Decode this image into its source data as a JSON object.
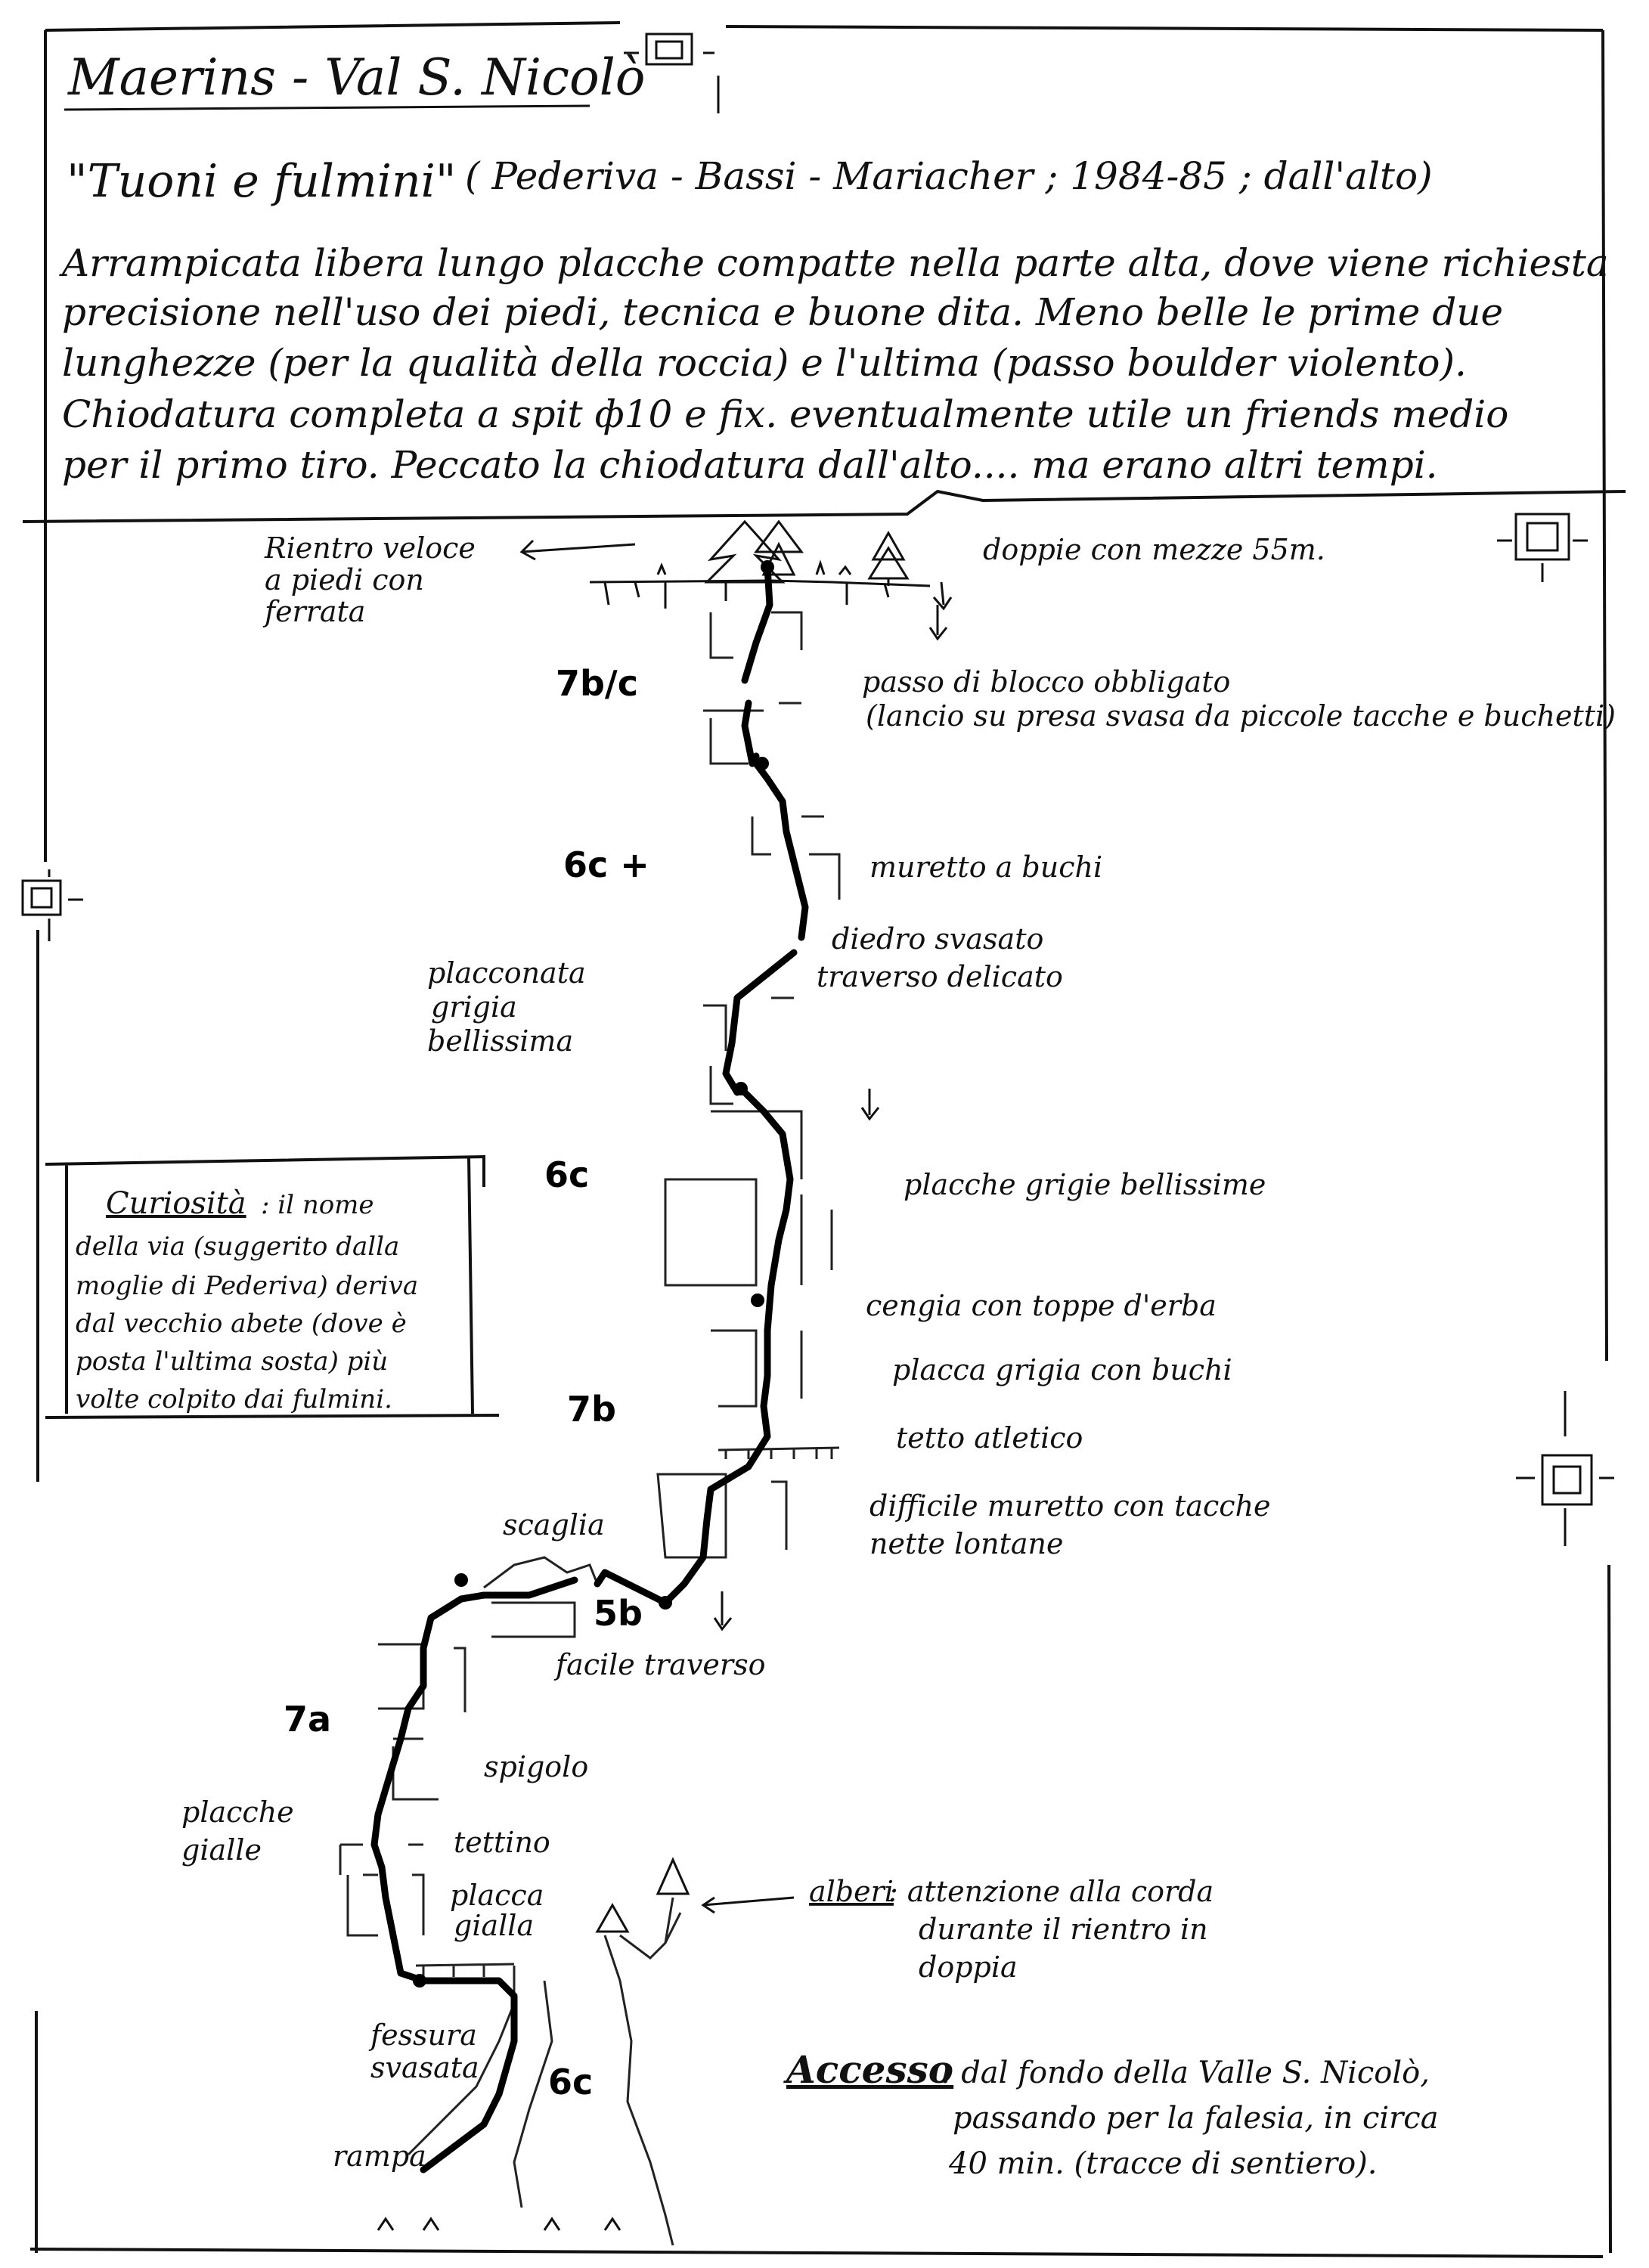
{
  "header": {
    "title": "Maerins - Val S. Nicolò",
    "route_name": "\"Tuoni e fulmini\"",
    "route_info": "( Pederiva - Bassi - Mariacher ; 1984-85 ; dall'alto)",
    "description": [
      "Arrampicata libera lungo placche compatte nella parte alta, dove viene richiesta",
      "precisione nell'uso dei piedi, tecnica e buone dita. Meno belle le prime due",
      "lunghezze (per la qualità della roccia) e l'ultima (passo boulder violento).",
      "Chiodatura completa a spit ф10 e fix. eventualmente utile un friends medio",
      "per il primo tiro. Peccato la chiodatura dall'alto.... ma erano altri tempi."
    ]
  },
  "labels": {
    "rientro": [
      "Rientro veloce",
      "a piedi con",
      "ferrata"
    ],
    "doppie": "doppie con mezze 55m.",
    "passo_blocco": [
      "passo di blocco obbligato",
      "(lancio su presa svasa da piccole tacche e buchetti)"
    ],
    "muretto_buchi": "muretto a buchi",
    "diedro": "diedro svasato",
    "traverso_delicato": "traverso delicato",
    "placconata": [
      "placconata",
      "grigia",
      "bellissima"
    ],
    "placche_grigie": "placche grigie bellissime",
    "cengia": "cengia con toppe d'erba",
    "placca_grigia": "placca grigia con buchi",
    "tetto": "tetto atletico",
    "difficile": [
      "difficile muretto con tacche",
      "nette lontane"
    ],
    "scaglia": "scaglia",
    "facile_traverso": "facile traverso",
    "spigolo": "spigolo",
    "placche_gialle": [
      "placche",
      "gialle"
    ],
    "tettino": "tettino",
    "placca_gialla": [
      "placca",
      "gialla"
    ],
    "fessura": [
      "fessura",
      "svasata"
    ],
    "rampa": "rampa",
    "alberi_title": "alberi",
    "alberi_text": [
      ": attenzione alla corda",
      "durante il rientro in",
      "doppia"
    ]
  },
  "grades": {
    "g1": "7b/c",
    "g2": "6c +",
    "g3": "6c",
    "g4": "7b",
    "g5": "5b",
    "g6": "7a",
    "g7": "6c"
  },
  "curiosita": {
    "title": "Curiosità",
    "lines": [
      ": il nome",
      "della via (suggerito dalla",
      "moglie di Pederiva) deriva",
      "dal vecchio abete (dove è",
      "posta l'ultima sosta) più",
      "volte colpito dai fulmini."
    ]
  },
  "accesso": {
    "title": "Accesso",
    "lines": [
      ": dal fondo della Valle S. Nicolò,",
      "passando per la falesia, in circa",
      "40 min. (tracce di sentiero)."
    ]
  }
}
